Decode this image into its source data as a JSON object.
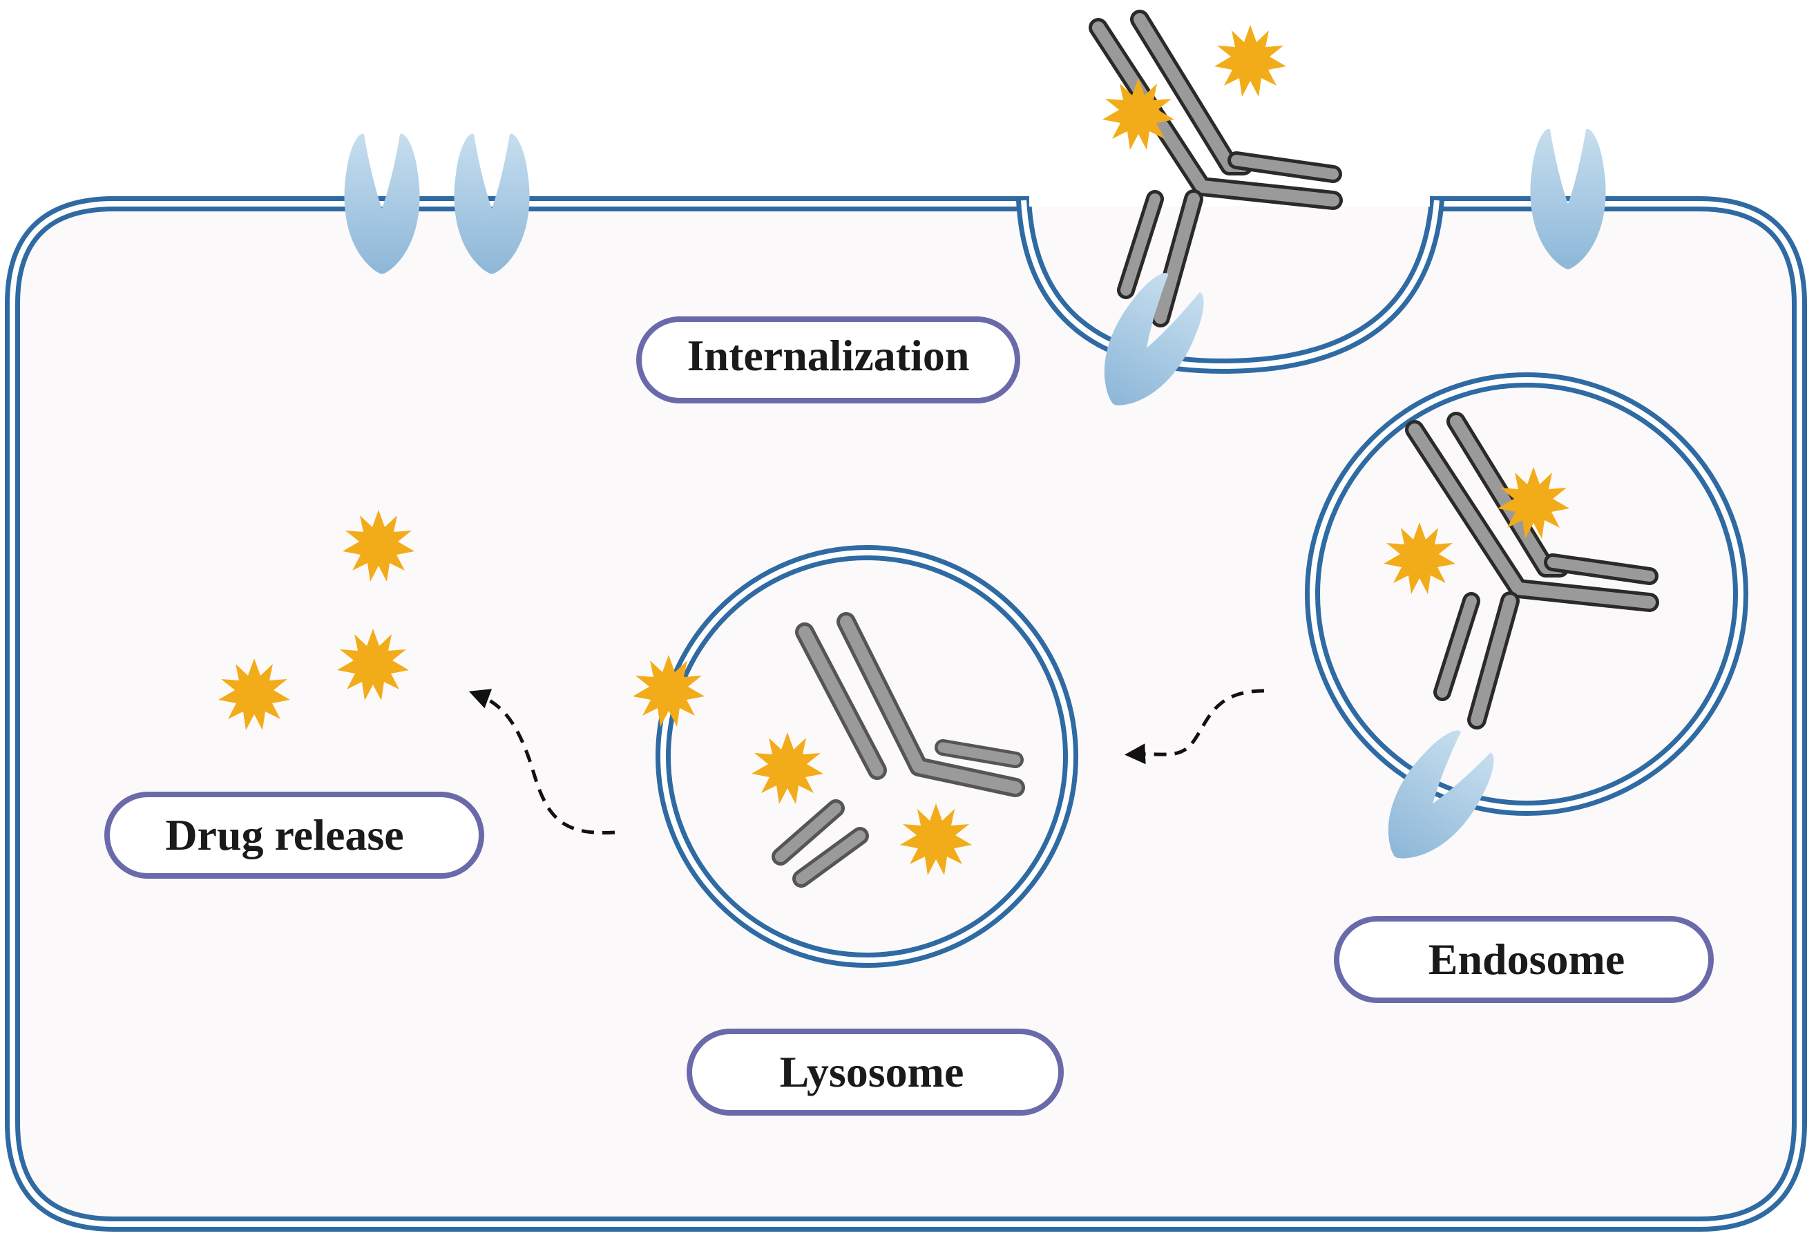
{
  "labels": {
    "internalization": "Internalization",
    "drug_release": "Drug release",
    "lysosome": "Lysosome",
    "endosome": "Endosome"
  },
  "colors": {
    "membrane": "#2f6aa3",
    "cell_fill": "#fcf9fa",
    "receptor": "#9ec4e0",
    "antibody_fill": "#9a9a9a",
    "antibody_outline": "#2a2a2a",
    "drug": "#f2ac1a",
    "label_border": "#6a6aaa",
    "arrow": "#111111"
  },
  "icons": {
    "receptor": "receptor-icon",
    "antibody": "antibody-icon",
    "drug": "drug-star-icon"
  }
}
